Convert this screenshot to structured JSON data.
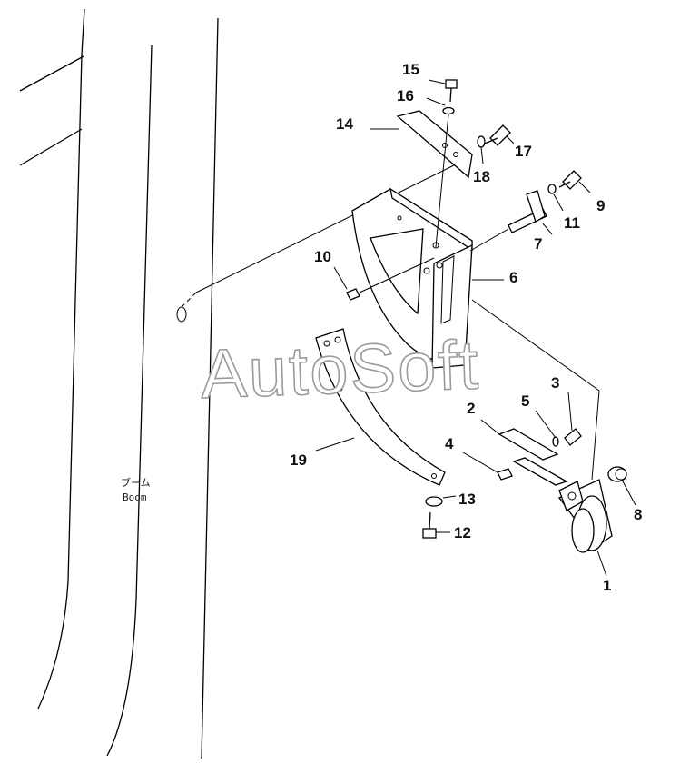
{
  "diagram": {
    "boom_label_jp": "ブーム",
    "boom_label_en": "Boom",
    "watermark": "AutoSoft",
    "callouts": {
      "c1": "1",
      "c2": "2",
      "c3": "3",
      "c4": "4",
      "c5": "5",
      "c6": "6",
      "c7": "7",
      "c8": "8",
      "c9": "9",
      "c10": "10",
      "c11": "11",
      "c12": "12",
      "c13": "13",
      "c14": "14",
      "c15": "15",
      "c16": "16",
      "c17": "17",
      "c18": "18",
      "c19": "19"
    }
  }
}
